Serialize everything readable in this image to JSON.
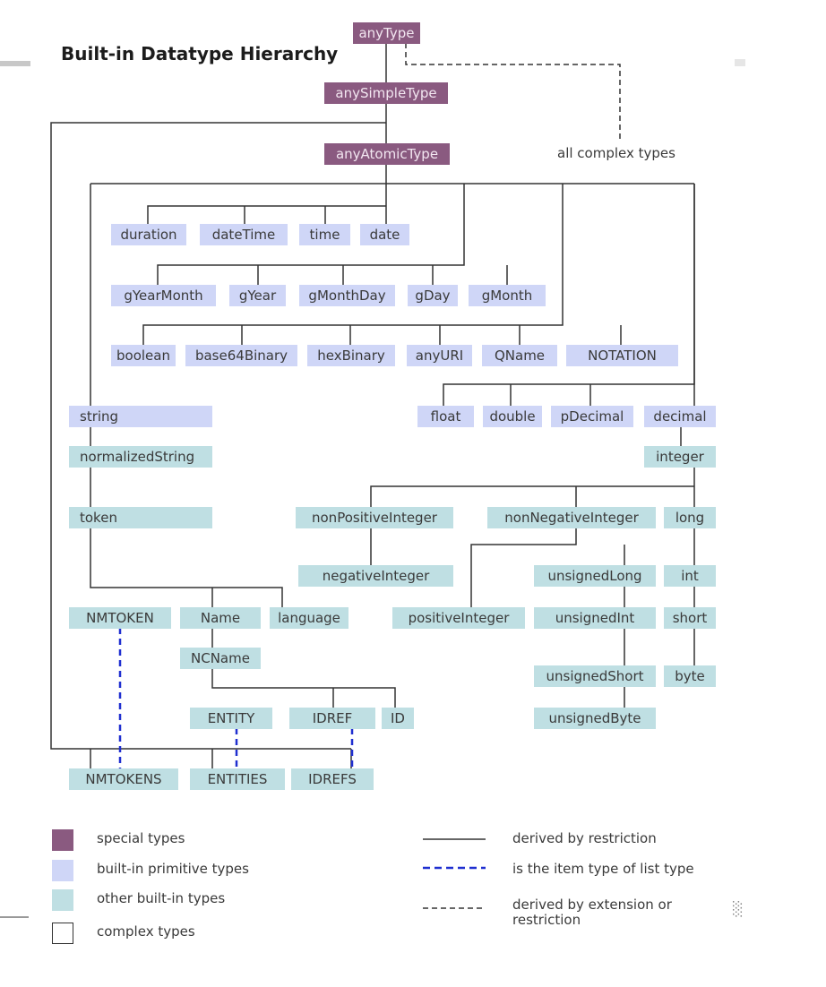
{
  "title": "Built-in Datatype Hierarchy",
  "nodes": {
    "anyType": "anyType",
    "anySimpleType": "anySimpleType",
    "anyAtomicType": "anyAtomicType",
    "allComplex": "all complex types",
    "duration": "duration",
    "dateTime": "dateTime",
    "time": "time",
    "date": "date",
    "gYearMonth": "gYearMonth",
    "gYear": "gYear",
    "gMonthDay": "gMonthDay",
    "gDay": "gDay",
    "gMonth": "gMonth",
    "boolean": "boolean",
    "base64Binary": "base64Binary",
    "hexBinary": "hexBinary",
    "anyURI": "anyURI",
    "QName": "QName",
    "NOTATION": "NOTATION",
    "string": "string",
    "float": "float",
    "double": "double",
    "pDecimal": "pDecimal",
    "decimal": "decimal",
    "normalizedString": "normalizedString",
    "integer": "integer",
    "token": "token",
    "nonPositiveInteger": "nonPositiveInteger",
    "nonNegativeInteger": "nonNegativeInteger",
    "long": "long",
    "negativeInteger": "negativeInteger",
    "unsignedLong": "unsignedLong",
    "int": "int",
    "NMTOKEN": "NMTOKEN",
    "Name": "Name",
    "language": "language",
    "positiveInteger": "positiveInteger",
    "unsignedInt": "unsignedInt",
    "short": "short",
    "NCName": "NCName",
    "unsignedShort": "unsignedShort",
    "byte": "byte",
    "ENTITY": "ENTITY",
    "IDREF": "IDREF",
    "ID": "ID",
    "unsignedByte": "unsignedByte",
    "NMTOKENS": "NMTOKENS",
    "ENTITIES": "ENTITIES",
    "IDREFS": "IDREFS"
  },
  "legend": {
    "special": "special types",
    "primitive": "built-in primitive types",
    "other": "other built-in types",
    "complex": "complex types",
    "restriction": "derived by restriction",
    "list_item": "is the item type of list type",
    "extension_line1": "derived by extension or",
    "extension_line2": "restriction"
  },
  "colors": {
    "special": "#8a5a80",
    "primitive": "#cfd6f7",
    "other": "#bfdfe3",
    "line": "#333333",
    "list_line": "#1f2fd0"
  }
}
